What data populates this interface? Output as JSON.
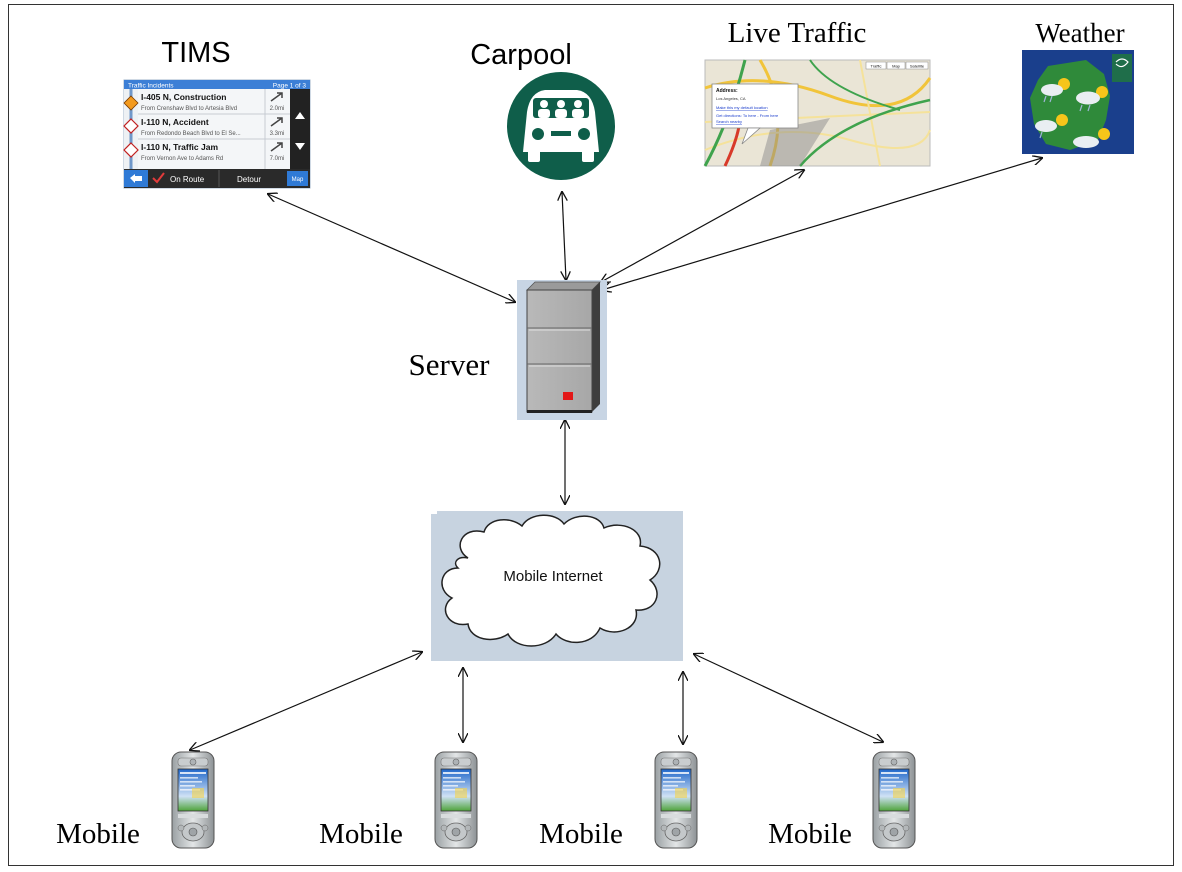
{
  "labels": {
    "tims": "TIMS",
    "carpool": "Carpool",
    "live_traffic": "Live Traffic",
    "weather": "Weather",
    "server": "Server",
    "mobile_internet": "Mobile Internet",
    "mobiles": [
      "Mobile",
      "Mobile",
      "Mobile",
      "Mobile"
    ]
  },
  "tims_panel": {
    "header_left": "Traffic Incidents",
    "header_right": "Page 1 of 3",
    "rows": [
      {
        "title": "I-405 N, Construction",
        "sub": "From Crenshaw Blvd to Artesia Blvd",
        "dist": "2.0mi"
      },
      {
        "title": "I-110 N, Accident",
        "sub": "From Redondo Beach Blvd to El Se...",
        "dist": "3.3mi"
      },
      {
        "title": "I-110 N, Traffic Jam",
        "sub": "From Vernon Ave to Adams Rd",
        "dist": "7.0mi"
      }
    ],
    "footer": {
      "on_route": "On Route",
      "detour": "Detour",
      "map": "Map"
    }
  },
  "traffic_map": {
    "address_title": "Address:",
    "address_line": "Los Angeles, CA",
    "link1": "Make this my default location",
    "link2": "Get directions: To here - From here",
    "link3": "Search nearby",
    "btn_traffic": "Traffic",
    "btn_map": "Map",
    "btn_satellite": "Satellite"
  },
  "colors": {
    "carpool_green": "#0f5e4a",
    "cloud_bg": "#c7d3e0",
    "server_bg": "#c8d5e4",
    "weather_bg": "#1a3f8c",
    "weather_land": "#2f8a3a"
  }
}
